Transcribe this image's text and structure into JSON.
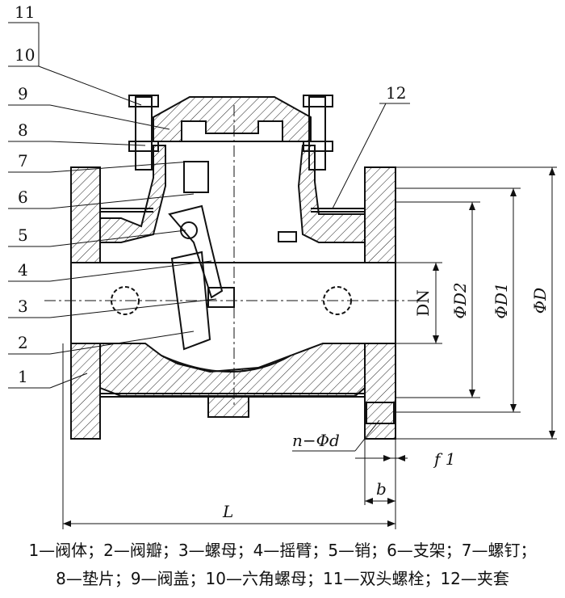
{
  "part_numbers": [
    "11",
    "10",
    "9",
    "8",
    "7",
    "6",
    "5",
    "4",
    "3",
    "2",
    "1",
    "12"
  ],
  "dimensions": {
    "dn": "DN",
    "d2": "ΦD2",
    "d1": "ΦD1",
    "d": "ΦD",
    "holes": "n−Φd",
    "f1": "f 1",
    "b": "b",
    "L": "L"
  },
  "legend": {
    "line1": "1—阀体；2—阀瓣；3—螺母；4—摇臂；5—销；6—支架；7—螺钉；",
    "line2": "8—垫片；9—阀盖；10—六角螺母；11—双头螺栓；12—夹套"
  }
}
